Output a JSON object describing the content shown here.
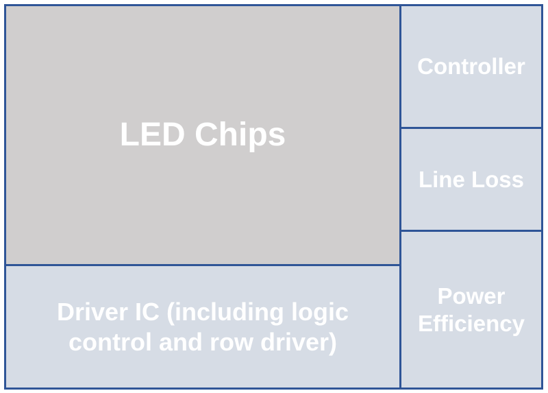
{
  "diagram": {
    "blocks": {
      "led_chips": "LED Chips",
      "driver_ic": "Driver IC (including logic control and row driver)",
      "controller": "Controller",
      "line_loss": "Line Loss",
      "power_efficiency": "Power Efficiency"
    },
    "colors": {
      "border": "#2f5597",
      "led_fill": "#d0cece",
      "block_fill": "#d6dce5",
      "text": "#ffffff"
    }
  }
}
